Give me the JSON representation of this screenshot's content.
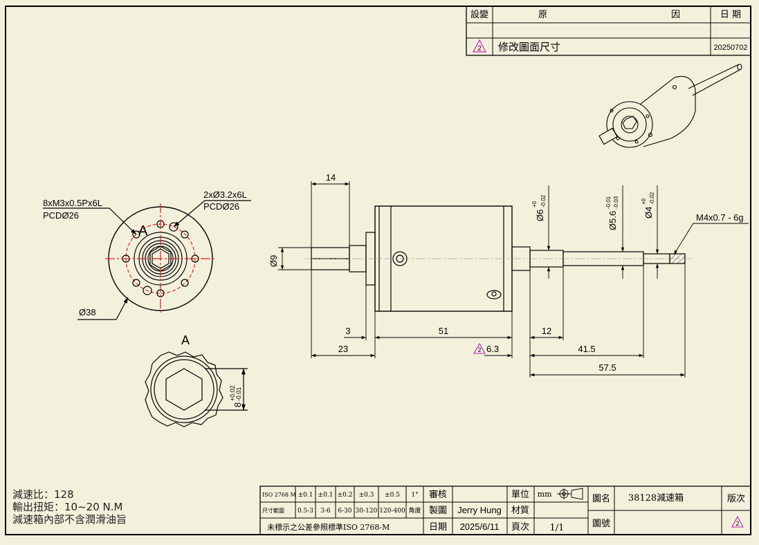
{
  "revision_block": {
    "headers": {
      "rev": "設變",
      "reason_1": "原",
      "reason_2": "因",
      "date": "日 期"
    },
    "rows": [
      {
        "rev": "2",
        "reason": "修改圖面尺寸",
        "date": "20250702"
      }
    ]
  },
  "notes": {
    "ratio": "減速比：128",
    "torque": "輸出扭矩：10~20 N.M",
    "lube": "減速箱內部不含潤滑油旨"
  },
  "front_view": {
    "label_holes_1": "8xM3x0.5Px6L",
    "label_holes_2": "PCDØ26",
    "label_pins_1": "2xØ3.2x6L",
    "label_pins_2": "PCDØ26",
    "label_section": "A",
    "label_dia": "Ø38"
  },
  "detail_view": {
    "label": "A",
    "dim": "8",
    "tol_upper": "+0.02",
    "tol_lower": "-0.01"
  },
  "side_view": {
    "dim_14": "14",
    "dim_dia9": "Ø9",
    "dim_3": "3",
    "dim_23": "23",
    "dim_51": "51",
    "dim_6_3": "6.3",
    "dim_12": "12",
    "dim_41_5": "41.5",
    "dim_57_5": "57.5",
    "dim_dia6": "Ø6",
    "dim_dia6_tol_u": "+0",
    "dim_dia6_tol_l": "-0.02",
    "dim_dia5_6": "Ø5.6",
    "dim_dia5_6_tol_u": "-0.01",
    "dim_dia5_6_tol_l": "-0.03",
    "dim_dia4": "Ø4",
    "dim_dia4_tol_u": "+0",
    "dim_dia4_tol_l": "-0.02",
    "thread": "M4x0.7 - 6g"
  },
  "rev_marker": "2",
  "title_block": {
    "tol_std": "ISO 2768 M",
    "tol_range_label": "尺寸範圍",
    "tol_values": [
      "±0.1",
      "±0.1",
      "±0.2",
      "±0.3",
      "±0.5",
      "1°"
    ],
    "tol_ranges": [
      "0.5-3",
      "3-6",
      "6-30",
      "30-120",
      "120-400",
      "角度"
    ],
    "std_note": "未標示之公差參照標準ISO 2768-M",
    "review_label": "審核",
    "review_value": "",
    "drawn_label": "製圖",
    "drawn_value": "Jerry Hung",
    "date_label": "日期",
    "date_value": "2025/6/11",
    "unit_label": "單位",
    "unit_value": "mm",
    "material_label": "材質",
    "material_value": "",
    "page_label": "頁次",
    "page_value": "1/1",
    "name_label": "圖名",
    "name_value": "38128減速箱",
    "number_label": "圖號",
    "number_value": "",
    "version_label": "版次",
    "version_value": "2"
  },
  "colors": {
    "paper": "#f3f0dc",
    "line": "#000000",
    "center": "#e02020",
    "rev_marker": "#c020c0"
  }
}
